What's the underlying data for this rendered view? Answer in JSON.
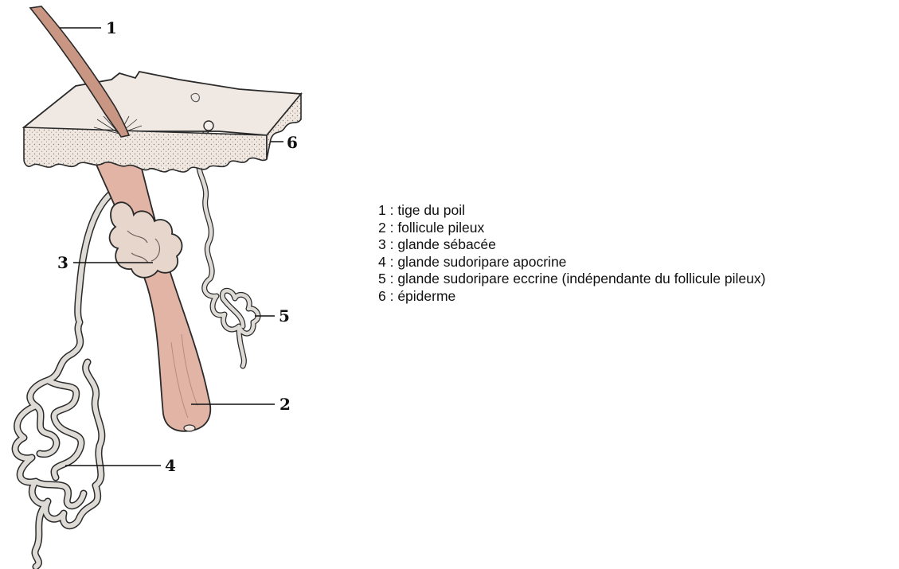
{
  "callouts": {
    "c1": "1",
    "c2": "2",
    "c3": "3",
    "c4": "4",
    "c5": "5",
    "c6": "6"
  },
  "legend": [
    "1 : tige du poil",
    "2 : follicule pileux",
    "3 : glande sébacée",
    "4 : glande sudoripare apocrine",
    "5 : glande sudoripare eccrine (indépendante du follicule pileux)",
    "6 : épiderme"
  ],
  "colors": {
    "skin_surface": "#ece4de",
    "dermis_dotted": "#e8dcd3",
    "follicle": "#e2b4a6",
    "gland": "#e6d6cc",
    "tube": "#dedad6",
    "outline": "#2a2a2a"
  }
}
